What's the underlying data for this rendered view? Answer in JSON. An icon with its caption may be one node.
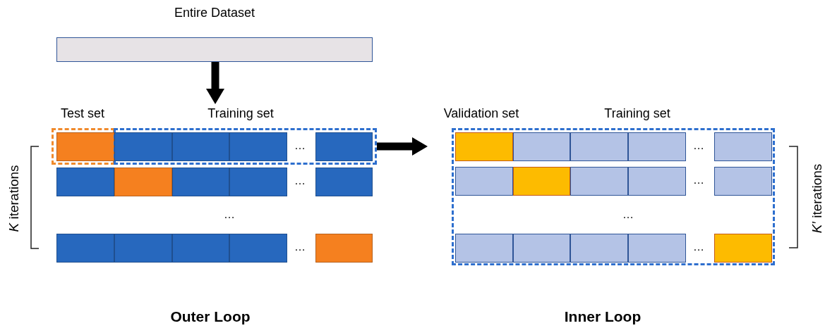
{
  "diagram": {
    "nodes": [
      {
        "text": [
          "Entire Dataset"
        ]
      },
      {
        "text": [
          "Test set"
        ]
      },
      {
        "text": [],
        "shape": "box",
        "in": 1
      },
      {
        "text": [
          "Training set"
        ]
      },
      {
        "text": [],
        "shape": "box",
        "in": 3
      },
      {
        "text": [],
        "shape": "box",
        "in": 3
      },
      {
        "text": [],
        "shape": "box",
        "in": 3
      },
      {
        "text": [],
        "shape": "box",
        "in": 3
      },
      {
        "text": [],
        "shape": "box"
      },
      {
        "text": [],
        "shape": "box"
      },
      {
        "text": [],
        "shape": "box"
      },
      {
        "text": [],
        "shape": "box"
      },
      {
        "text": [],
        "shape": "box"
      },
      {
        "text": [],
        "shape": "box"
      },
      {
        "text": [],
        "shape": "box"
      },
      {
        "text": [],
        "shape": "box"
      },
      {
        "text": [],
        "shape": "box"
      },
      {
        "text": [],
        "shape": "box"
      },
      {
        "text": [
          "Validation set",
          "Training set"
        ]
      },
      {
        "text": [],
        "shape": "box",
        "in": 18
      },
      {
        "text": [],
        "shape": "box",
        "in": 18
      },
      {
        "text": [],
        "shape": "box",
        "in": 18
      },
      {
        "text": [],
        "shape": "box",
        "in": 18
      },
      {
        "text": [],
        "shape": "box",
        "in": 18
      },
      {
        "text": [],
        "shape": "box",
        "in": 18
      },
      {
        "text": [],
        "shape": "box",
        "in": 18
      },
      {
        "text": [],
        "shape": "box",
        "in": 18
      },
      {
        "text": [],
        "shape": "box",
        "in": 18
      },
      {
        "text": [],
        "shape": "box",
        "in": 18
      },
      {
        "text": [],
        "shape": "box",
        "in": 18
      },
      {
        "text": [],
        "shape": "box",
        "in": 18
      },
      {
        "text": [],
        "shape": "box",
        "in": 18
      },
      {
        "text": [],
        "shape": "box",
        "in": 18
      },
      {
        "text": [],
        "shape": "box",
        "in": 18
      }
    ],
    "edges": [
      {
        "from": 0,
        "to": 3,
        "arrow": "to"
      },
      {
        "from": 3,
        "to": 18,
        "arrow": "to"
      }
    ],
    "labels": [
      "*K* iterations",
      "…",
      "…",
      "…",
      "…",
      "*K′* iterations",
      "…",
      "…",
      "…",
      "…",
      "Outer Loop",
      "Inner Loop"
    ]
  }
}
